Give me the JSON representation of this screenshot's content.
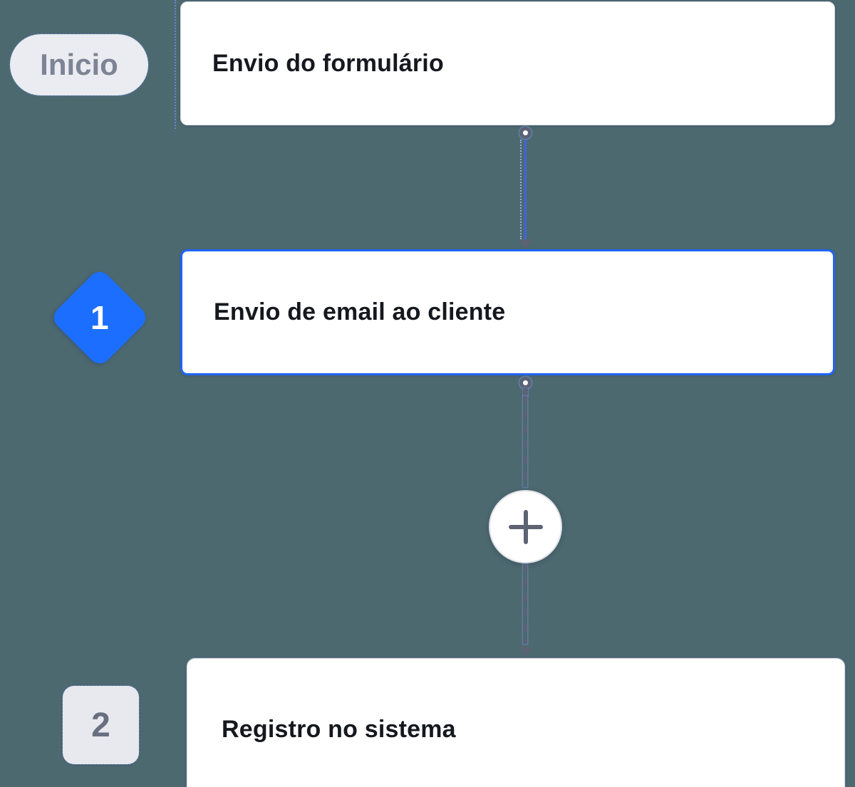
{
  "app": {
    "type": "automation-flow-builder"
  },
  "canvas": {
    "background_color": "#4d6970"
  },
  "flow": {
    "start_label": "Inicio",
    "nodes": [
      {
        "title": "Envio do formulário",
        "badge": "",
        "selected": false
      },
      {
        "title": "Envio de email ao cliente",
        "badge": "1",
        "selected": true
      },
      {
        "title": "Registro no sistema",
        "badge": "2",
        "selected": false
      }
    ],
    "add_step_icon": "plus-icon"
  },
  "colors": {
    "accent_blue": "#1c6ffe",
    "selected_border_blue": "#2065f5",
    "connector_gray": "#5a6373",
    "connector_selected_blue": "#3f66d8",
    "card_background": "#ffffff",
    "pill_background": "#eaecf1",
    "pill_text": "#7d8495",
    "title_text": "#16181f",
    "badge_background": "#e7e9ef",
    "badge_text": "#696f80"
  }
}
